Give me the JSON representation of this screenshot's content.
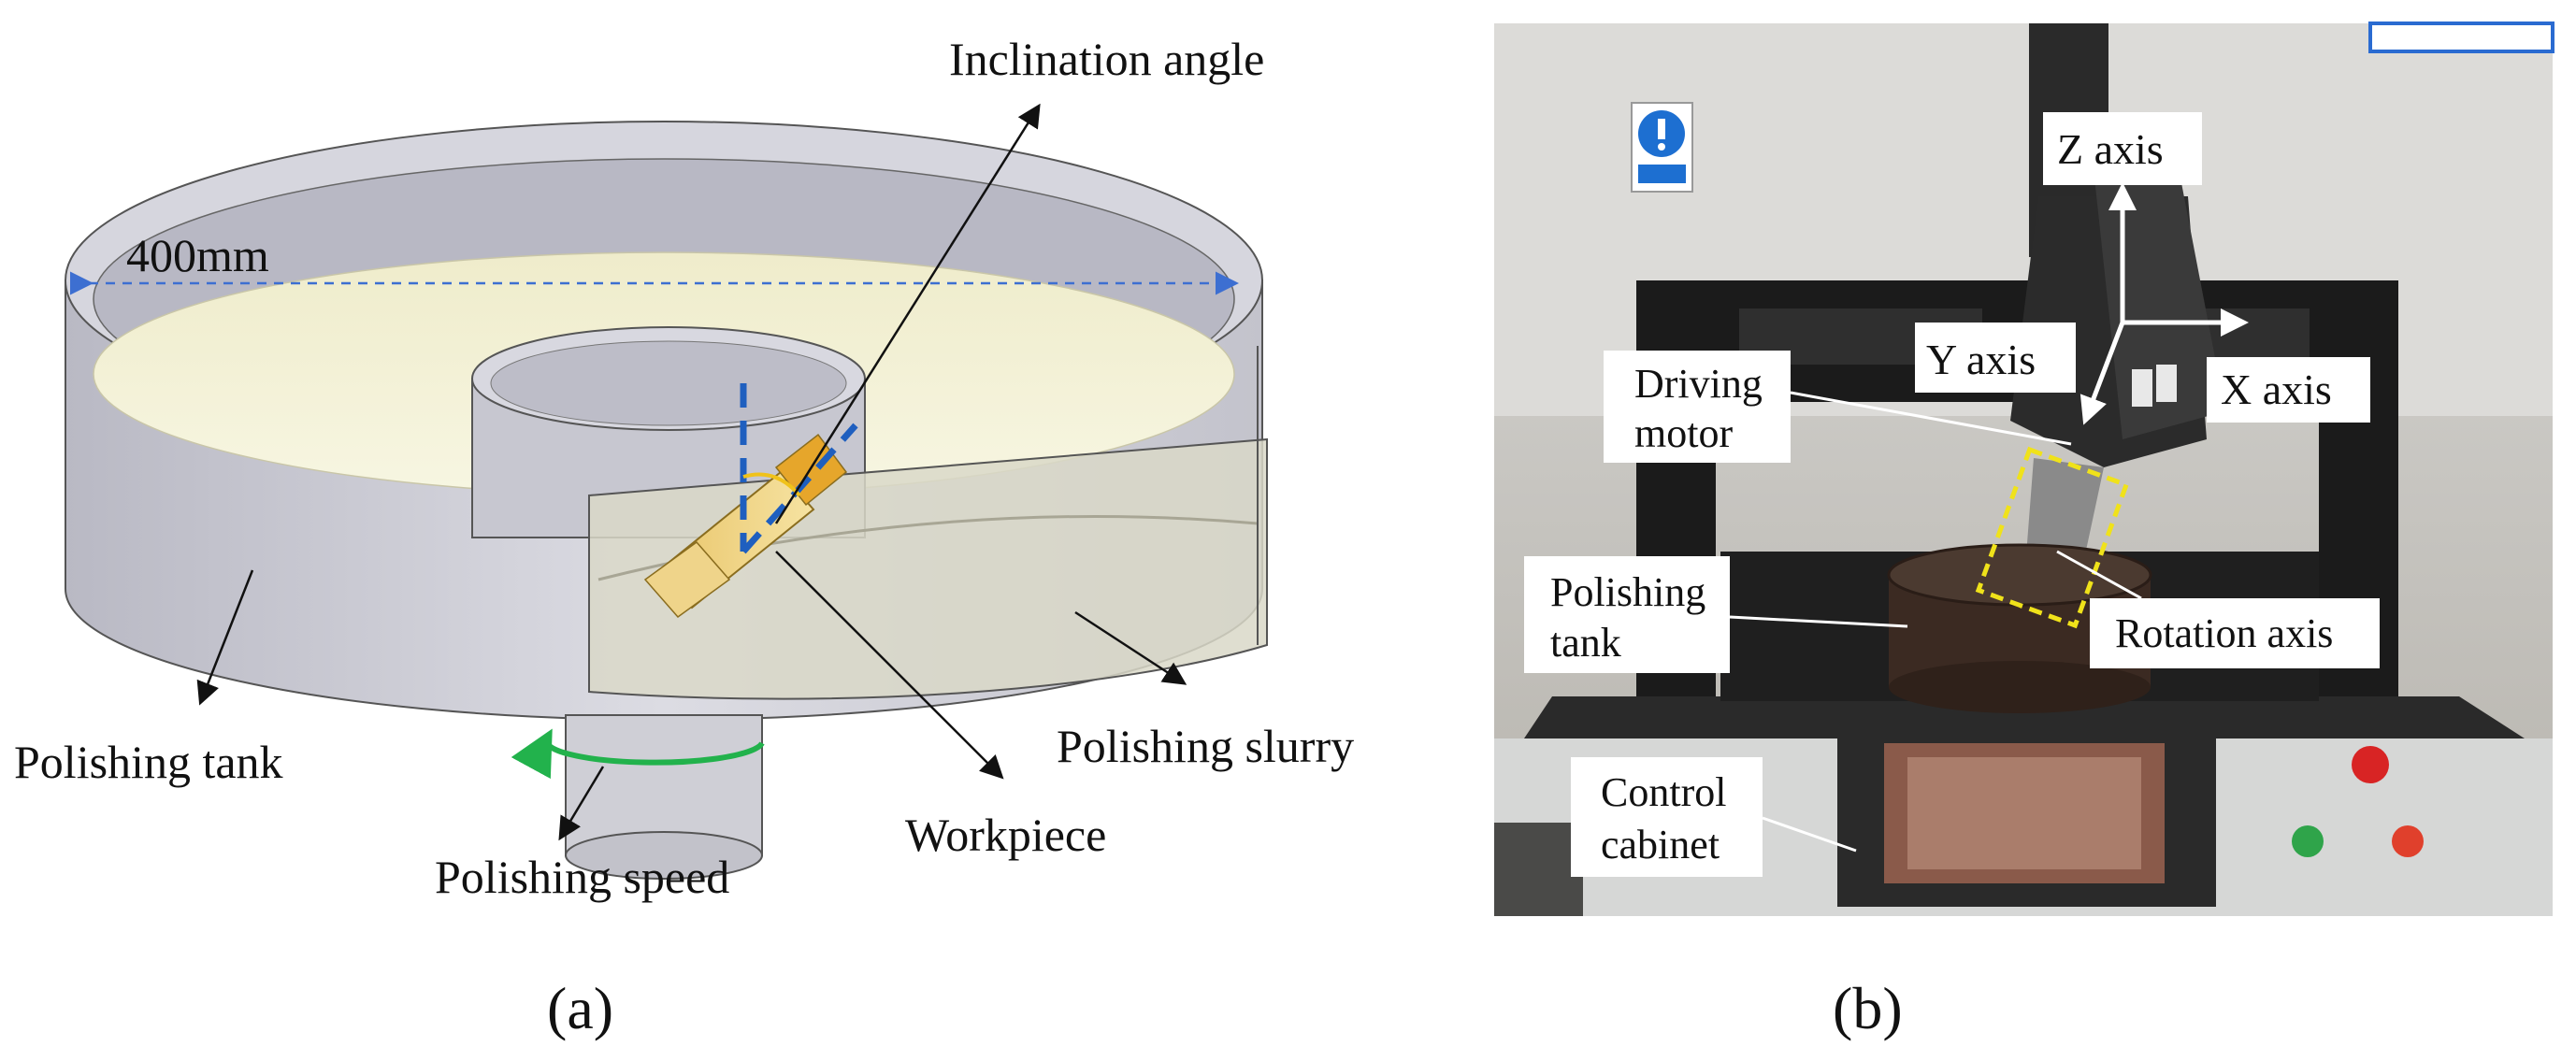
{
  "panel_a": {
    "dimension": "400mm",
    "inclination_angle": "Inclination angle",
    "polishing_tank": "Polishing tank",
    "polishing_slurry": "Polishing slurry",
    "workpiece": "Workpiece",
    "polishing_speed": "Polishing speed",
    "caption": "(a)"
  },
  "panel_b": {
    "z_axis": "Z axis",
    "y_axis": "Y axis",
    "x_axis": "X axis",
    "driving_motor_1": "Driving",
    "driving_motor_2": "motor",
    "polishing_tank_1": "Polishing",
    "polishing_tank_2": "tank",
    "rotation_axis": "Rotation axis",
    "control_cabinet_1": "Control",
    "control_cabinet_2": "cabinet",
    "caption": "(b)"
  },
  "colors": {
    "tank_wall": "#cfcfd6",
    "slurry": "#f3f1cf",
    "dimension_arrow": "#3d6fd1",
    "guide_line": "#1f5fbf",
    "rotation_arrow": "#22b24c",
    "highlight_box": "#f0e21a",
    "photo_bg": "#c9c7c2",
    "frame_black": "#1b1b1b"
  }
}
